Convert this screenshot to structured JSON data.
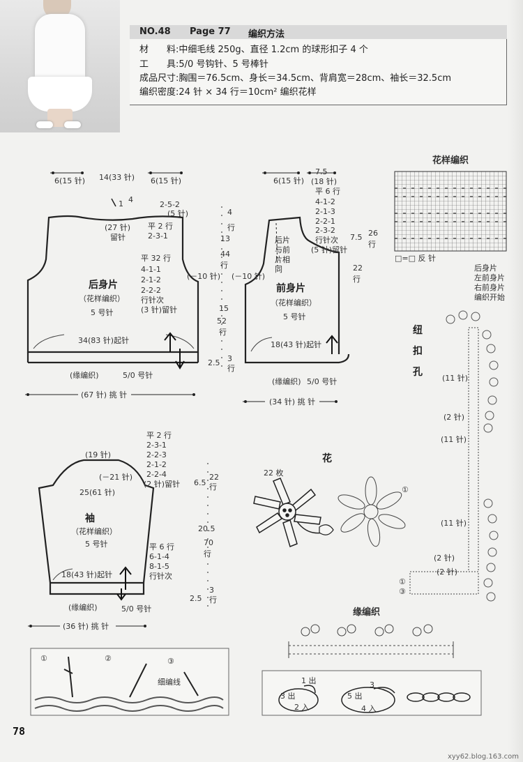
{
  "header": {
    "no": "NO.48",
    "page": "Page 77",
    "method": "编织方法"
  },
  "info": [
    {
      "label": "材　　料:",
      "value": "中细毛线 250g、直径 1.2cm 的球形扣子 4 个"
    },
    {
      "label": "工　　具:",
      "value": "5/0 号钩针、5 号棒针"
    },
    {
      "label": "成品尺寸:",
      "value": "胸围＝76.5cm、身长＝34.5cm、背肩宽＝28cm、袖长＝32.5cm"
    },
    {
      "label": "编织密度:",
      "value": "24 针 × 34 行＝10cm² 编织花样"
    }
  ],
  "back": {
    "name": "后身片",
    "pattern": "（花样编织）",
    "needle": "5 号针",
    "top_left": "6(15 针)",
    "top_mid": "14(33 针)",
    "top_right": "6(15 针)",
    "neck_rows": "2-5-2",
    "neck_stitch": "(5 针)",
    "neck_left": "(27 针)",
    "liuzhen": "留针",
    "ping2": "平 2 行",
    "r231": "2-3-1",
    "d1": "1",
    "d1b": "4",
    "ping32": "平 32 行",
    "r411": "4-1-1",
    "r212": "2-1-2",
    "r222": "2-2-2",
    "hangci": "行针次",
    "liu3": "(3 针)留针",
    "minus10": "(－10 针)",
    "cast": "34(83 针)起针",
    "edge": "(缘编织)",
    "edge_needle": "5/0 号针",
    "pick": "(67 针) 挑 针"
  },
  "mid_dims": {
    "a": "4",
    "a_row": "行",
    "b": "13",
    "b2": "44",
    "b_row": "行",
    "c": "15",
    "c2": "52",
    "c_row": "行",
    "d": "2.5",
    "d2": "3",
    "d_row": "行"
  },
  "front": {
    "name": "前身片",
    "pattern": "（花样编织）",
    "needle": "5 号针",
    "top_left": "6(15 针)",
    "top_right_a": "7.5",
    "top_right_b": "(18 针)",
    "ping6": "平 6 行",
    "r412": "4-1-2",
    "r213": "2-1-3",
    "r221": "2-2-1",
    "r232": "2-3-2",
    "hangci": "行针次",
    "liu5": "(5 针)留针",
    "same1": "后片",
    "same2": "与前",
    "same3": "片相",
    "same4": "同",
    "minus10": "(－10 针)",
    "h1": "7.5",
    "h1b": "26",
    "h1_row": "行",
    "h2": "22",
    "h2_row": "行",
    "cast": "18(43 针)起针",
    "edge": "(缘编织)",
    "edge_needle": "5/0 号针",
    "pick": "(34 针) 挑 针"
  },
  "sleeve": {
    "name": "袖",
    "pattern": "（花样编织）",
    "needle": "5 号针",
    "top": "(19 针)",
    "minus21": "(－21 针)",
    "width": "25(61 针)",
    "ping2": "平 2 行",
    "r231": "2-3-1",
    "r223": "2-2-3",
    "r212": "2-1-2",
    "r224": "2-2-4",
    "liu2": "(2 针)留针",
    "h1": "6.5",
    "h1b": "22",
    "h1_row": "行",
    "h2": "20.5",
    "h2b": "70",
    "h2_row": "行",
    "h3": "2.5",
    "h3b": "3",
    "h3_row": "行",
    "ping6": "平 6 行",
    "r614": "6-1-4",
    "r815": "8-1-5",
    "hangci": "行针次",
    "cast": "18(43 针)起针",
    "edge": "(缘编织)",
    "edge_needle": "5/0 号针",
    "pick": "(36 针) 挑 针"
  },
  "chart": {
    "title": "花样编织",
    "legend": "□=□ 反 针",
    "note1": "后身片",
    "note2": "左前身片",
    "note3": "右前身片",
    "note4": "编织开始"
  },
  "buttonhole": {
    "c1": "纽",
    "c2": "扣",
    "c3": "孔",
    "s11a": "(11 针)",
    "s2a": "(2 针)",
    "s11b": "(11 针)",
    "s11c": "(11 针)",
    "s2b": "(2 针)",
    "s2c": "(2 针)",
    "m1": "①",
    "m3": "③"
  },
  "flower": {
    "title": "花",
    "count": "22 枚",
    "m1": "①"
  },
  "edging": {
    "title": "缘编织"
  },
  "steps": {
    "s1": "①",
    "s2": "②",
    "s3": "③",
    "yarn": "细编线"
  },
  "chain": {
    "a": "1 出",
    "b": "3 出",
    "c": "2 入",
    "d": "3",
    "e": "5 出",
    "f": "4 入"
  },
  "page_number": "78",
  "footer": "xyy62.blog.163.com"
}
